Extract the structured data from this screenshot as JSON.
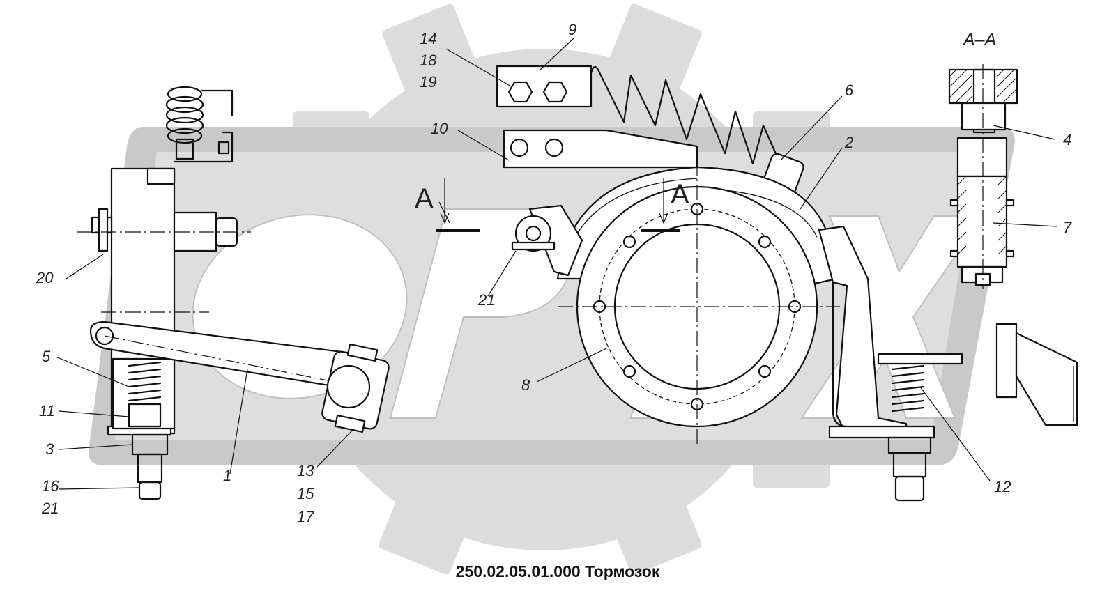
{
  "title": "250.02.05.01.000 Тормозок",
  "watermark": {
    "text": "ОРЕХ",
    "color": "#d6d6d6"
  },
  "section_labels": {
    "aa": "А–А",
    "a_left": "А",
    "a_right": "А"
  },
  "callouts": {
    "c1": "1",
    "c2": "2",
    "c3": "3",
    "c4": "4",
    "c5": "5",
    "c6": "6",
    "c7": "7",
    "c8": "8",
    "c9": "9",
    "c10": "10",
    "c11": "11",
    "c12": "12",
    "c13": "13",
    "c14": "14",
    "c15": "15",
    "c16": "16",
    "c17": "17",
    "c18": "18",
    "c19": "19",
    "c20": "20",
    "c21a": "21",
    "c21b": "21"
  }
}
